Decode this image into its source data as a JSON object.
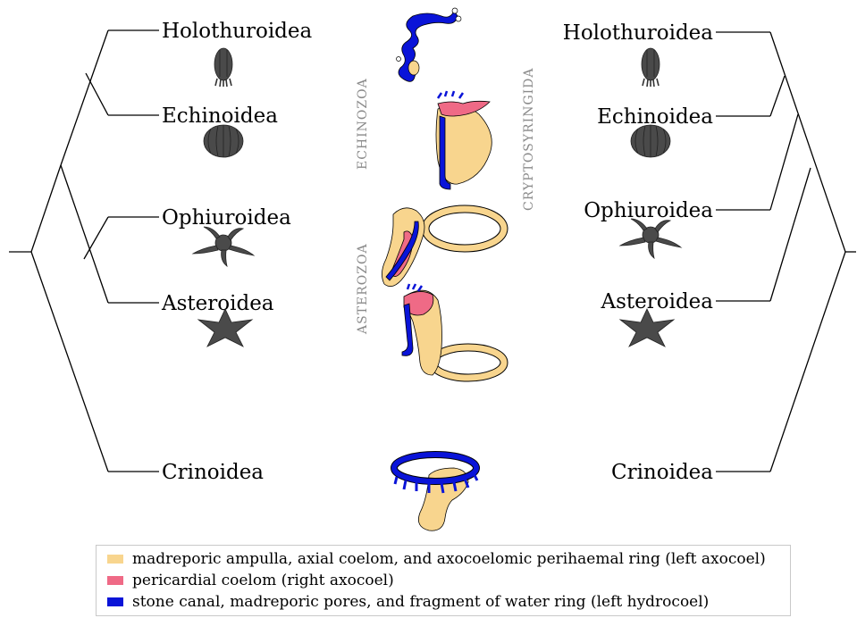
{
  "taxa_left": [
    "Holothuroidea",
    "Echinoidea",
    "Ophiuroidea",
    "Asteroidea",
    "Crinoidea"
  ],
  "taxa_right": [
    "Holothuroidea",
    "Echinoidea",
    "Ophiuroidea",
    "Asteroidea",
    "Crinoidea"
  ],
  "group_labels": {
    "echinozoa": "ECHINOZOA",
    "asterozoa": "ASTEROZOA",
    "cryptosyringida": "CRYPTOSYRINGIDA"
  },
  "colors": {
    "axocoel": "#f8d58e",
    "pericardial": "#ef6a86",
    "hydrocoel": "#0a14d8",
    "animal": "#4a4a4a"
  },
  "legend": [
    {
      "color": "#f8d58e",
      "label": "madreporic ampulla, axial coelom, and axocoelomic perihaemal ring (left axocoel)"
    },
    {
      "color": "#ef6a86",
      "label": "pericardial coelom (right axocoel)"
    },
    {
      "color": "#0a14d8",
      "label": "stone canal, madreporic pores, and fragment of water ring (left hydrocoel)"
    }
  ]
}
